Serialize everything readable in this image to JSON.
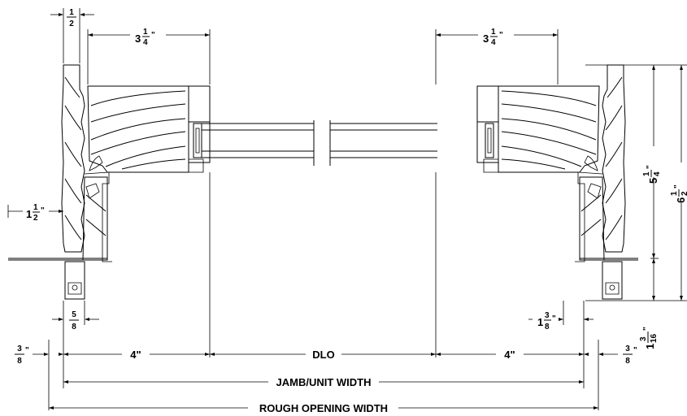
{
  "dimensions": {
    "half_top": {
      "whole": "",
      "num": "1",
      "den": "2",
      "unit": ""
    },
    "three_quarter_left": {
      "whole": "3",
      "num": "1",
      "den": "4",
      "unit": "\""
    },
    "three_quarter_right": {
      "whole": "3",
      "num": "1",
      "den": "4",
      "unit": "\""
    },
    "one_half_left": {
      "whole": "1",
      "num": "1",
      "den": "2",
      "unit": "\""
    },
    "five_eighths": {
      "whole": "",
      "num": "5",
      "den": "8",
      "unit": ""
    },
    "five_quarter_right": {
      "whole": "5",
      "num": "1",
      "den": "4",
      "unit": "\""
    },
    "six_height_right": {
      "whole": "6",
      "num": "1",
      "den": "2",
      "unit": "\""
    },
    "one_three_eighths": {
      "whole": "1",
      "num": "3",
      "den": "8",
      "unit": "\""
    },
    "one_three_sixteenths": {
      "whole": "1",
      "num": "3",
      "den": "16",
      "unit": "\""
    },
    "three_eighths_left": {
      "whole": "",
      "num": "3",
      "den": "8",
      "unit": "\""
    },
    "three_eighths_right": {
      "whole": "",
      "num": "3",
      "den": "8",
      "unit": "\""
    }
  },
  "labels": {
    "four_left": "4\"",
    "dlo": "DLO",
    "four_right": "4\"",
    "jamb_unit_width": "JAMB/UNIT WIDTH",
    "rough_opening_width": "ROUGH OPENING WIDTH"
  }
}
